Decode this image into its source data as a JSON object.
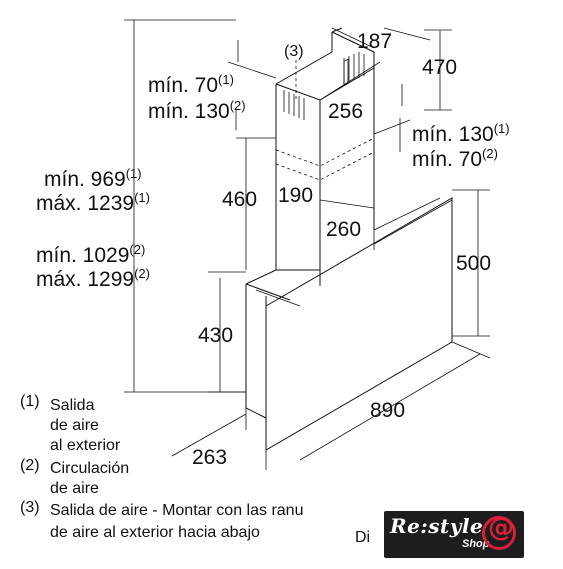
{
  "dimensions": {
    "top_width": "187",
    "top_height": "470",
    "chimney_depth": "256",
    "chimney_width": "190",
    "upper_chimney": "460",
    "offset": "260",
    "glass_height": "500",
    "body_height": "430",
    "body_depth": "263",
    "hood_width": "890",
    "callout": "(3)"
  },
  "ranges": {
    "top_min_1": {
      "prefix": "mín. 70",
      "sup": "(1)"
    },
    "top_min_2": {
      "prefix": "mín. 130",
      "sup": "(2)"
    },
    "right_min_1": {
      "prefix": "mín. 130",
      "sup": "(1)"
    },
    "right_min_2": {
      "prefix": "mín. 70",
      "sup": "(2)"
    },
    "total_min_1": {
      "prefix": "mín. 969",
      "sup": "(1)"
    },
    "total_max_1": {
      "prefix": "máx. 1239",
      "sup": "(1)"
    },
    "total_min_2": {
      "prefix": "mín. 1029",
      "sup": "(2)"
    },
    "total_max_2": {
      "prefix": "máx. 1299",
      "sup": "(2)"
    }
  },
  "legend": [
    {
      "marker": "(1)",
      "lines": [
        "Salida",
        "de aire",
        "al exterior"
      ]
    },
    {
      "marker": "(2)",
      "lines": [
        "Circulación",
        "de aire"
      ]
    },
    {
      "marker": "(3)",
      "lines": [
        "Salida de aire - Montar con las ranu",
        "de aire al exterior hacia abajo"
      ]
    }
  ],
  "cut_text": "Di",
  "logo": {
    "main": "Re:style",
    "sub": "Shop",
    "at": "@"
  }
}
